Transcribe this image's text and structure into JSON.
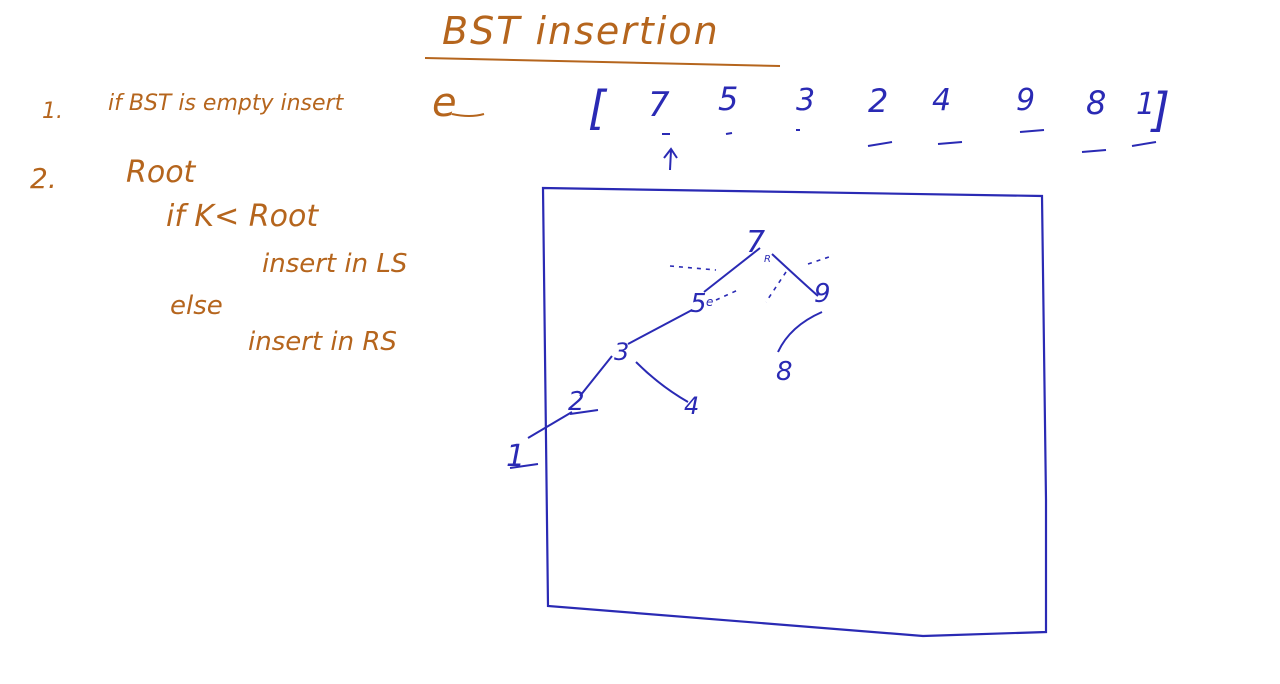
{
  "title": "BST insertion",
  "steps": [
    {
      "num": "1.",
      "text": "if BST is empty insert",
      "symbol": "e"
    },
    {
      "num": "2.",
      "text": "Root"
    }
  ],
  "rules": {
    "if_line": "if K< Root",
    "if_action": "insert in LS",
    "else_line": "else",
    "else_action": "insert in RS"
  },
  "sequence": {
    "open": "[",
    "close": "]",
    "values": [
      "7",
      "5",
      "3",
      "2",
      "4",
      "9",
      "8",
      "1"
    ],
    "pointer_icon": "up-arrow-icon"
  },
  "tree": {
    "nodes": [
      {
        "id": "n7",
        "value": "7",
        "tag": "R"
      },
      {
        "id": "n5",
        "value": "5",
        "tag": "e"
      },
      {
        "id": "n9",
        "value": "9"
      },
      {
        "id": "n3",
        "value": "3"
      },
      {
        "id": "n8",
        "value": "8"
      },
      {
        "id": "n2",
        "value": "2"
      },
      {
        "id": "n4",
        "value": "4"
      },
      {
        "id": "n1",
        "value": "1"
      }
    ]
  },
  "colors": {
    "ink_orange": "#b5651d",
    "ink_blue": "#2a2ab4"
  }
}
